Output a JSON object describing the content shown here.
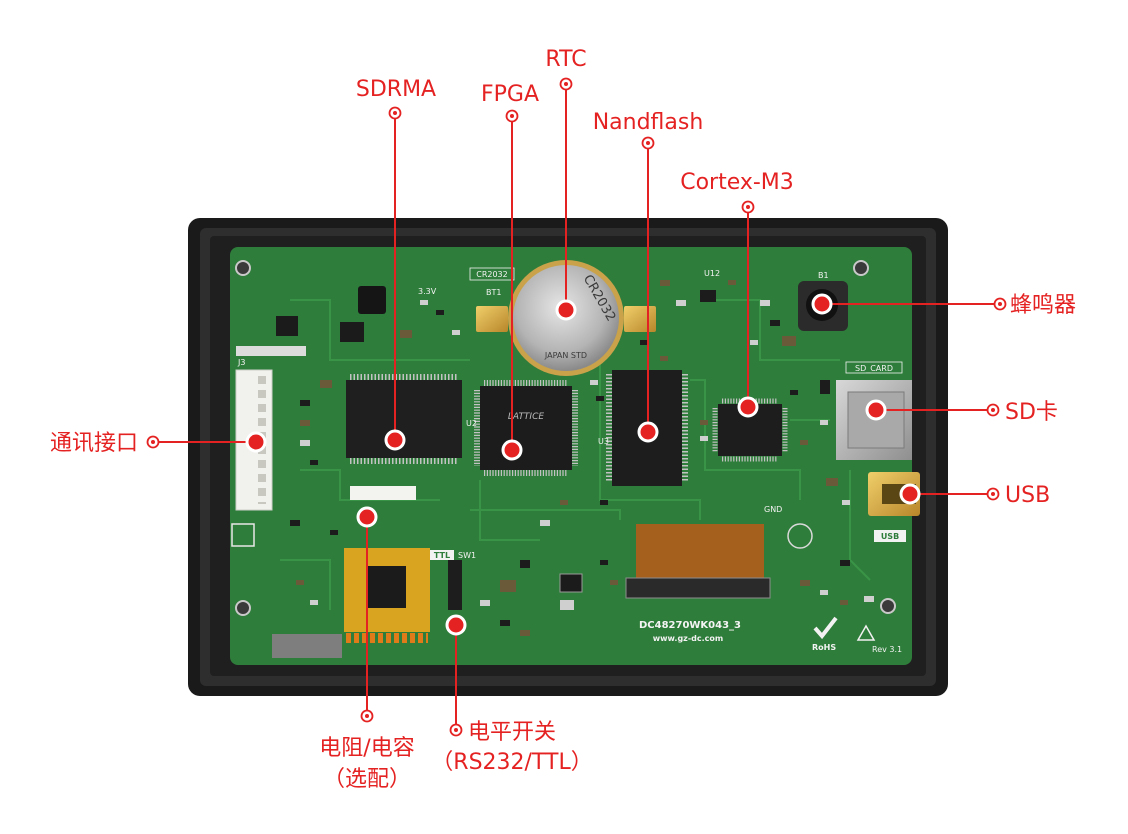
{
  "annotations": {
    "rtc": "RTC",
    "sdrma": "SDRMA",
    "fpga": "FPGA",
    "nandflash": "Nandflash",
    "cortex": "Cortex-M3",
    "buzzer": "蜂鸣器",
    "sd_card": "SD卡",
    "usb": "USB",
    "comm_port": "通讯接口",
    "resistor_capacitor": "电阻/电容",
    "resistor_capacitor_note": "（选配）",
    "level_switch": "电平开关",
    "level_switch_note": "（RS232/TTL）"
  },
  "silkscreen": {
    "battery_label": "CR2032",
    "battery_ref": "BT1",
    "voltage": "3.3V",
    "connector_ref": "J3",
    "mcu_ref": "U12",
    "buzzer_ref": "B1",
    "sdram_ref": "U2",
    "nand_ref": "U3",
    "sd_card": "SD_CARD",
    "usb": "USB",
    "gnd": "GND",
    "switch_ref": "SW1",
    "ttl": "TTL",
    "model": "DC48270WK043_3",
    "website": "www.gz-dc.com",
    "rohs": "RoHS",
    "revision": "Rev 3.1"
  },
  "parts": {
    "battery_model": "CR2032",
    "battery_origin": "JAPAN STD",
    "fpga_brand": "LATTICE"
  },
  "colors": {
    "annotation": "#e52222",
    "pcb": "#2f7d3b",
    "enclosure": "#1a1a1a"
  }
}
